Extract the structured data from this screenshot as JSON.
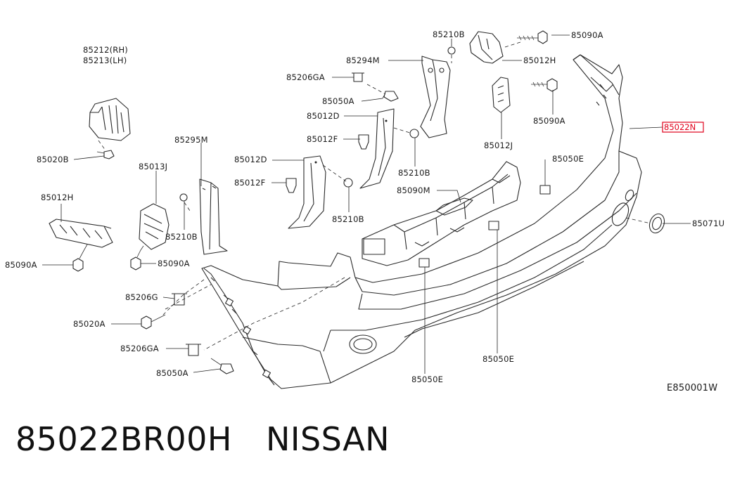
{
  "caption": {
    "part_number": "85022BR00H",
    "brand": "NISSAN"
  },
  "diagram_code": "E850001W",
  "highlighted_label": "85022N",
  "colors": {
    "highlight": "#e0001b",
    "line": "#2a2a2a"
  },
  "callouts": {
    "c85210B_top": "85210B",
    "c85090A_top": "85090A",
    "c85012H_top": "85012H",
    "c85294M": "85294M",
    "c85206GA_top": "85206GA",
    "c85050A_top": "85050A",
    "c85012D_top": "85012D",
    "c85012F_top": "85012F",
    "c85090A_right": "85090A",
    "c85012J_right": "85012J",
    "c85210B_mid": "85210B",
    "c85212": "85212(RH)",
    "c85213": "85213(LH)",
    "c85020B": "85020B",
    "c85295M": "85295M",
    "c85013J": "85013J",
    "c85012D_mid": "85012D",
    "c85012F_mid": "85012F",
    "c85050E_top": "85050E",
    "c85090M": "85090M",
    "c85210B_low": "85210B",
    "c85210B_left": "85210B",
    "c85012H_left": "85012H",
    "c85090A_left": "85090A",
    "c85090A_mid": "85090A",
    "c85071U": "85071U",
    "c85206G": "85206G",
    "c85020A": "85020A",
    "c85206GA_low": "85206GA",
    "c85050A_low": "85050A",
    "c85050E_bottom": "85050E",
    "c85050E_right": "85050E"
  }
}
